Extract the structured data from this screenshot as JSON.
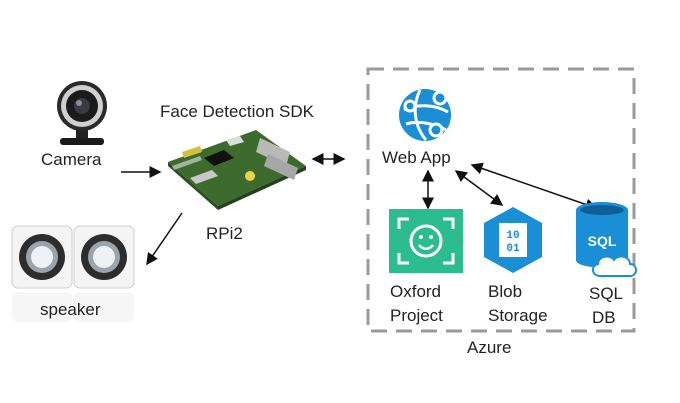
{
  "labels": {
    "camera": "Camera",
    "face_sdk": "Face Detection SDK",
    "rpi": "RPi2",
    "speaker": "speaker",
    "web_app": "Web App",
    "oxford_line1": "Oxford",
    "oxford_line2": "Project",
    "blob_line1": "Blob",
    "blob_line2": "Storage",
    "sql_line1": "SQL",
    "sql_line2": "DB",
    "azure": "Azure",
    "blob_icon_line1": "10",
    "blob_icon_line2": "01",
    "sql_icon": "SQL"
  },
  "colors": {
    "azure_blue": "#1a8fd6",
    "oxford_green": "#2bbd8e",
    "board_green": "#3d6b2e",
    "frame_gray": "#9a9a9a"
  },
  "icons": [
    "webcam-icon",
    "raspberry-pi-board-icon",
    "speaker-icon",
    "web-app-globe-icon",
    "smiley-face-icon",
    "blob-storage-hexagon-icon",
    "sql-database-icon",
    "cloud-icon"
  ]
}
